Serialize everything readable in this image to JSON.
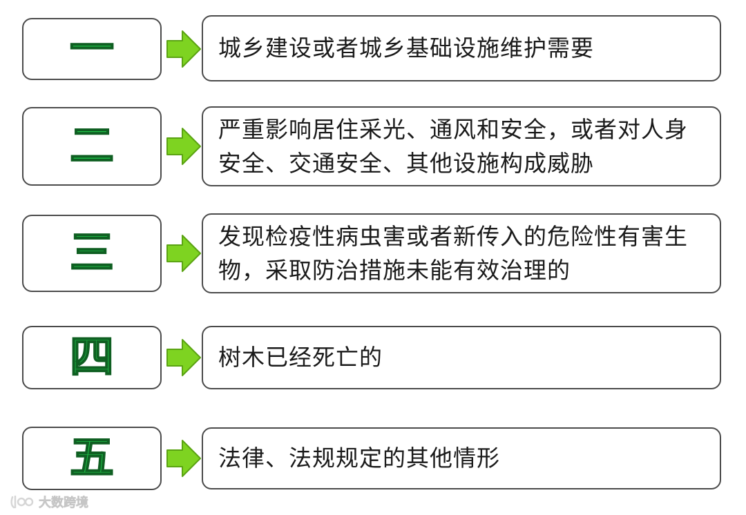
{
  "rows": [
    {
      "number": "一",
      "text": "城乡建设或者城乡基础设施维护需要"
    },
    {
      "number": "二",
      "text": "严重影响居住采光、通风和安全，或者对人身安全、交通安全、其他设施构成威胁"
    },
    {
      "number": "三",
      "text": "发现检疫性病虫害或者新传入的危险性有害生物，采取防治措施未能有效治理的"
    },
    {
      "number": "四",
      "text": "树木已经死亡的"
    },
    {
      "number": "五",
      "text": "法律、法规规定的其他情形"
    }
  ],
  "colors": {
    "numeral_fill": "#21c24a",
    "numeral_outline": "#0f5f22",
    "arrow_fill": "#7ed321",
    "border": "#4a4a4a"
  },
  "watermark": {
    "text": "大数跨境"
  }
}
